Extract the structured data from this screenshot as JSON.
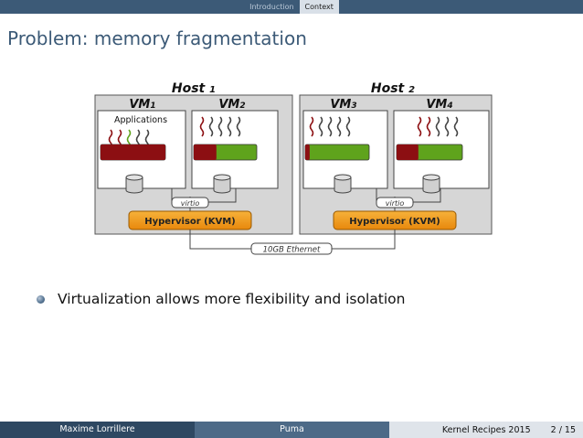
{
  "nav": {
    "sections": [
      "Introduction",
      "Context"
    ]
  },
  "slide": {
    "title": "Problem: memory fragmentation",
    "bullet": "Virtualization allows more flexibility and isolation"
  },
  "diagram": {
    "hosts": [
      {
        "label": "Host",
        "num": "1"
      },
      {
        "label": "Host",
        "num": "2"
      }
    ],
    "vms": [
      {
        "label": "VM",
        "num": "1",
        "used": 1.0
      },
      {
        "label": "VM",
        "num": "2",
        "used": 0.36
      },
      {
        "label": "VM",
        "num": "3",
        "used": 0.07
      },
      {
        "label": "VM",
        "num": "4",
        "used": 0.33
      }
    ],
    "applications_label": "Applications",
    "virtio_label": "virtio",
    "hypervisor_label": "Hypervisor (KVM)",
    "network_label": "10GB Ethernet",
    "colors": {
      "used": "#8c0f12",
      "free": "#5fa31c",
      "hypervisor": "#f39c12",
      "host_bg": "#d6d6d6"
    }
  },
  "footer": {
    "author": "Maxime Lorrillere",
    "title": "Puma",
    "event": "Kernel Recipes 2015",
    "page": "2 / 15"
  }
}
